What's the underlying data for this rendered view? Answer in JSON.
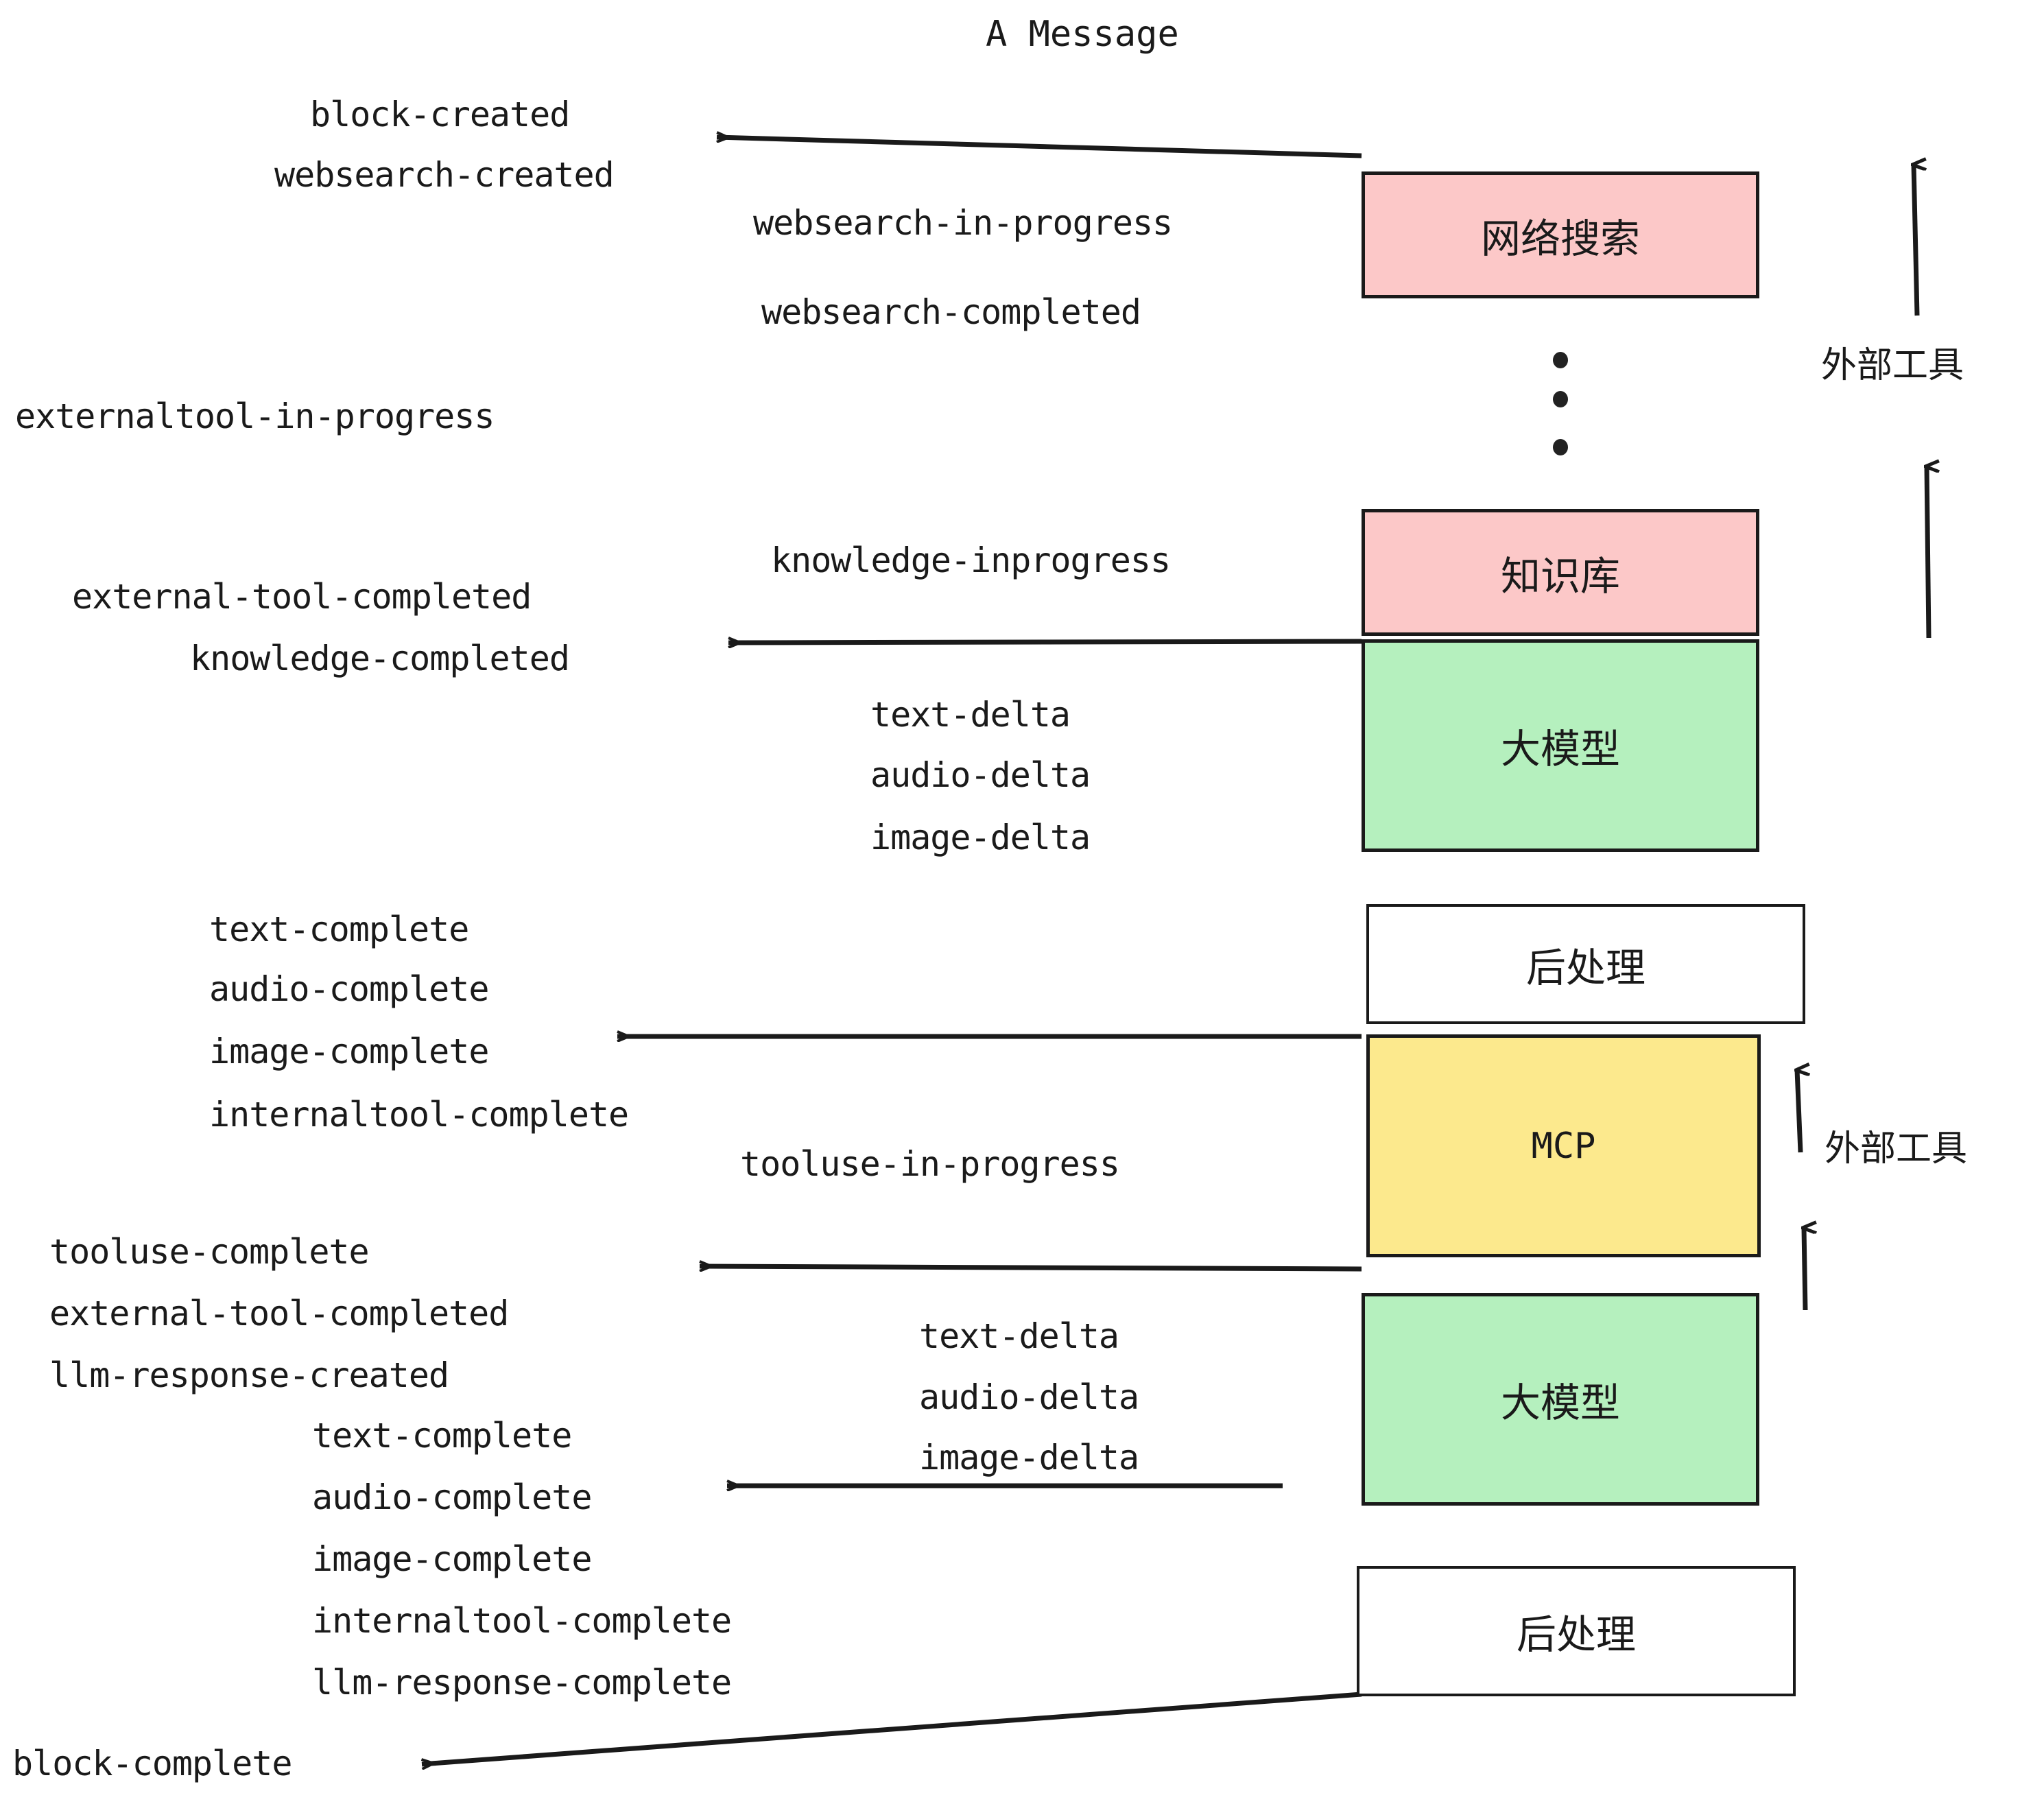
{
  "diagram": {
    "title": "A Message",
    "colors": {
      "pink": "#FCC8C8",
      "green": "#B5F0BE",
      "yellow": "#FCE98D",
      "white": "#FFFFFF",
      "stroke": "#1A1A1A"
    },
    "nodes": [
      {
        "id": "websearch",
        "label": "网络搜索",
        "fill": "#FCC8C8"
      },
      {
        "id": "knowledge",
        "label": "知识库",
        "fill": "#FCC8C8"
      },
      {
        "id": "llm-1",
        "label": "大模型",
        "fill": "#B5F0BE"
      },
      {
        "id": "postprocess-1",
        "label": "后处理",
        "fill": "#FFFFFF"
      },
      {
        "id": "mcp",
        "label": "MCP",
        "fill": "#FCE98D"
      },
      {
        "id": "llm-2",
        "label": "大模型",
        "fill": "#B5F0BE"
      },
      {
        "id": "postprocess-2",
        "label": "后处理",
        "fill": "#FFFFFF"
      }
    ],
    "brackets": [
      {
        "id": "external-tools-top",
        "label": "外部工具"
      },
      {
        "id": "external-tools-bottom",
        "label": "外部工具"
      }
    ],
    "events": {
      "block_created": "block-created",
      "websearch_created": "websearch-created",
      "websearch_in_progress": "websearch-in-progress",
      "websearch_completed": "websearch-completed",
      "externaltool_in_progress": "externaltool-in-progress",
      "knowledge_inprogress": "knowledge-inprogress",
      "external_tool_completed_1": "external-tool-completed",
      "knowledge_completed": "knowledge-completed",
      "text_delta_1": "text-delta",
      "audio_delta_1": "audio-delta",
      "image_delta_1": "image-delta",
      "text_complete_1": "text-complete",
      "audio_complete_1": "audio-complete",
      "image_complete_1": "image-complete",
      "internaltool_complete_1": "internaltool-complete",
      "tooluse_in_progress": "tooluse-in-progress",
      "tooluse_complete": "tooluse-complete",
      "external_tool_completed_2": "external-tool-completed",
      "llm_response_created": "llm-response-created",
      "text_delta_2": "text-delta",
      "audio_delta_2": "audio-delta",
      "image_delta_2": "image-delta",
      "text_complete_2": "text-complete",
      "audio_complete_2": "audio-complete",
      "image_complete_2": "image-complete",
      "internaltool_complete_2": "internaltool-complete",
      "llm_response_complete": "llm-response-complete",
      "block_complete": "block-complete"
    }
  }
}
